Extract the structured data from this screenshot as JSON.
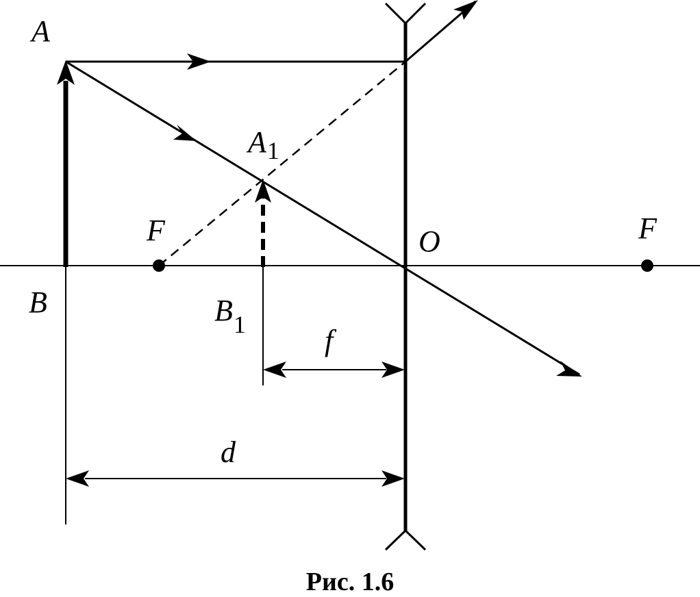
{
  "labels": {
    "A": "A",
    "A1": "A",
    "A1_sub": "1",
    "B": "B",
    "B1": "B",
    "B1_sub": "1",
    "F_left": "F",
    "F_right": "F",
    "O": "O",
    "f": "f",
    "d": "d"
  },
  "caption": "Рис. 1.6"
}
